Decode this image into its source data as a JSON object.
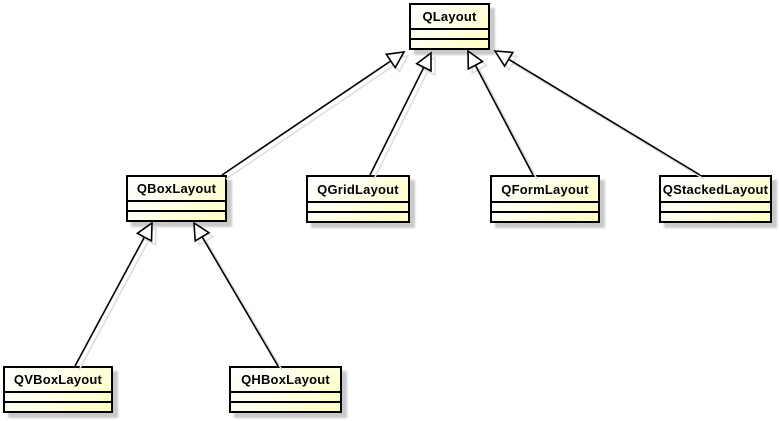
{
  "diagram": {
    "type": "uml-class-diagram",
    "classes": [
      {
        "name": "QLayout",
        "attributes": [],
        "operations": []
      },
      {
        "name": "QBoxLayout",
        "attributes": [],
        "operations": []
      },
      {
        "name": "QGridLayout",
        "attributes": [],
        "operations": []
      },
      {
        "name": "QFormLayout",
        "attributes": [],
        "operations": []
      },
      {
        "name": "QStackedLayout",
        "attributes": [],
        "operations": []
      },
      {
        "name": "QVBoxLayout",
        "attributes": [],
        "operations": []
      },
      {
        "name": "QHBoxLayout",
        "attributes": [],
        "operations": []
      }
    ],
    "relations": [
      {
        "from": "QBoxLayout",
        "to": "QLayout",
        "type": "generalization"
      },
      {
        "from": "QGridLayout",
        "to": "QLayout",
        "type": "generalization"
      },
      {
        "from": "QFormLayout",
        "to": "QLayout",
        "type": "generalization"
      },
      {
        "from": "QStackedLayout",
        "to": "QLayout",
        "type": "generalization"
      },
      {
        "from": "QVBoxLayout",
        "to": "QBoxLayout",
        "type": "generalization"
      },
      {
        "from": "QHBoxLayout",
        "to": "QBoxLayout",
        "type": "generalization"
      }
    ],
    "colors": {
      "box_fill_start": "#ffffff",
      "box_fill_end": "#ffffc2",
      "border": "#000000",
      "shadow": "#c9c9c9",
      "line": "#000000",
      "line_shadow": "#dedede",
      "text": "#000000",
      "background": "#ffffff"
    }
  }
}
